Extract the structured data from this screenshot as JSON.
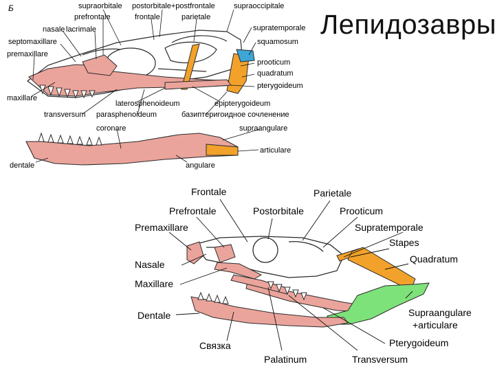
{
  "slide": {
    "title": "Лепидозавры"
  },
  "top_figure": {
    "panel_letter": "Б",
    "skull_labels": {
      "supraorbitale": "supraorbitale",
      "postorbitale_postfrontale": "postorbitale+postfrontale",
      "supraoccipitale": "supraoccipitale",
      "prefrontale": "prefrontale",
      "frontale": "frontale",
      "parietale": "parietale",
      "nasale": "nasale",
      "lacrimale": "lacrimale",
      "supratemporale": "supratemporale",
      "septomaxillare": "septomaxillare",
      "squamosum": "squamosum",
      "premaxillare": "premaxillare",
      "prooticum": "prooticum",
      "quadratum": "quadratum",
      "pterygoideum": "pterygoideum",
      "maxillare": "maxillare",
      "laterosphenoideum": "laterosphenoideum",
      "epipterygoideum": "epipterygoideum",
      "transversum": "transversum",
      "parasphenoideum": "parasphenoideum",
      "basipterygoid": "базиптеригоидное сочленение"
    },
    "jaw_labels": {
      "coronare": "coronare",
      "supraangulare": "supraangulare",
      "articulare": "articulare",
      "dentale": "dentale",
      "angulare": "angulare"
    }
  },
  "bottom_figure": {
    "labels": {
      "frontale": "Frontale",
      "parietale": "Parietale",
      "prefrontale": "Prefrontale",
      "postorbitale": "Postorbitale",
      "prooticum": "Prooticum",
      "premaxillare": "Premaxillare",
      "supratemporale": "Supratemporale",
      "stapes": "Stapes",
      "quadratum": "Quadratum",
      "nasale": "Nasale",
      "maxillare": "Maxillare",
      "dentale": "Dentale",
      "supraangulare": "Supraangulare",
      "articulare": "+articulare",
      "pterygoideum": "Pterygoideum",
      "svyazka": "Связка",
      "palatinum": "Palatinum",
      "transversum": "Transversum"
    }
  },
  "colors": {
    "bone_pink": "#eaa49b",
    "bone_orange": "#f2a22a",
    "bone_blue": "#3da6d6",
    "jaw_green": "#7ee27a",
    "outline": "#2b2b2b"
  }
}
